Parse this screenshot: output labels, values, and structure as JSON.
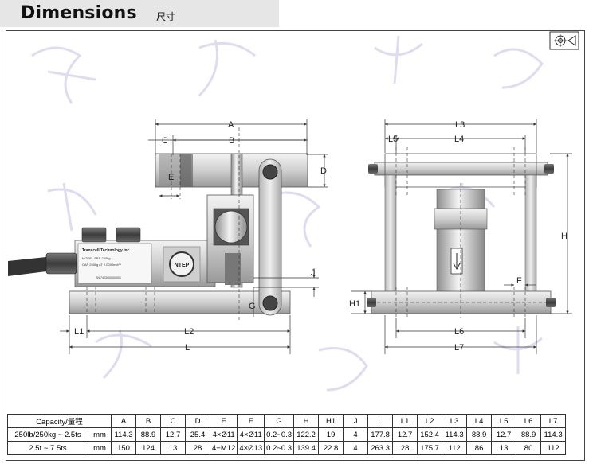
{
  "header": {
    "title": "Dimensions",
    "subtitle": "尺寸"
  },
  "dim_labels": {
    "A": "A",
    "B": "B",
    "C": "C",
    "D": "D",
    "E": "E",
    "F": "F",
    "G": "G",
    "H": "H",
    "H1": "H1",
    "J": "J",
    "L": "L",
    "L1": "L1",
    "L2": "L2",
    "L3": "L3",
    "L4": "L4",
    "L5": "L5",
    "L6": "L6",
    "L7": "L7"
  },
  "label_plate": {
    "brand": "Transcell Technology Inc.",
    "line1": "MODEL    SBS-250kg",
    "line2": "CAP  250kg    AT 2.0000mV/V",
    "line3": "SN:7403000000001"
  },
  "ntep_logo": "NTEP",
  "table": {
    "header_label": "Capacity/量程",
    "columns": [
      "A",
      "B",
      "C",
      "D",
      "E",
      "F",
      "G",
      "H",
      "H1",
      "J",
      "L",
      "L1",
      "L2",
      "L3",
      "L4",
      "L5",
      "L6",
      "L7"
    ],
    "rows": [
      {
        "capacity": "250lb/250kg ~ 2.5ts",
        "unit": "mm",
        "values": [
          "114.3",
          "88.9",
          "12.7",
          "25.4",
          "4×Ø11",
          "4×Ø11",
          "0.2~0.3",
          "122.2",
          "19",
          "4",
          "177.8",
          "12.7",
          "152.4",
          "114.3",
          "88.9",
          "12.7",
          "88.9",
          "114.3"
        ]
      },
      {
        "capacity": "2.5t ~ 7.5ts",
        "unit": "mm",
        "values": [
          "150",
          "124",
          "13",
          "28",
          "4−M12",
          "4×Ø13",
          "0.2~0.3",
          "139.4",
          "22.8",
          "4",
          "263.3",
          "28",
          "175.7",
          "112",
          "86",
          "13",
          "80",
          "112"
        ]
      }
    ]
  }
}
